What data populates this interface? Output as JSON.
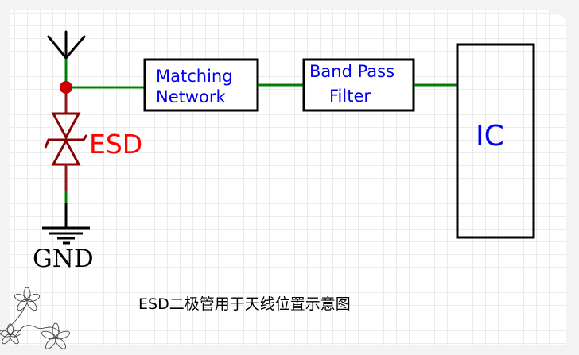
{
  "diagram": {
    "caption": "ESD二极管用于天线位置示意图",
    "components": {
      "antenna": {
        "label": ""
      },
      "esd": {
        "label": "ESD",
        "type": "bidirectional TVS diode"
      },
      "ground": {
        "label": "GND"
      },
      "matching_network": {
        "line1": "Matching",
        "line2": "Network"
      },
      "band_pass_filter": {
        "line1": "Band Pass",
        "line2": "Filter"
      },
      "ic": {
        "label": "IC"
      }
    },
    "connections": [
      [
        "antenna",
        "junction"
      ],
      [
        "junction",
        "matching_network"
      ],
      [
        "matching_network",
        "band_pass_filter"
      ],
      [
        "band_pass_filter",
        "ic"
      ],
      [
        "junction",
        "esd"
      ],
      [
        "esd",
        "ground"
      ]
    ],
    "colors": {
      "signal_wire": "#008000",
      "esd_wire": "#8b1a1a",
      "esd_symbol": "#8b0000",
      "junction_dot": "#cc0000",
      "esd_label": "#ff0000",
      "block_text": "#0000ee",
      "block_border": "#000000"
    }
  }
}
